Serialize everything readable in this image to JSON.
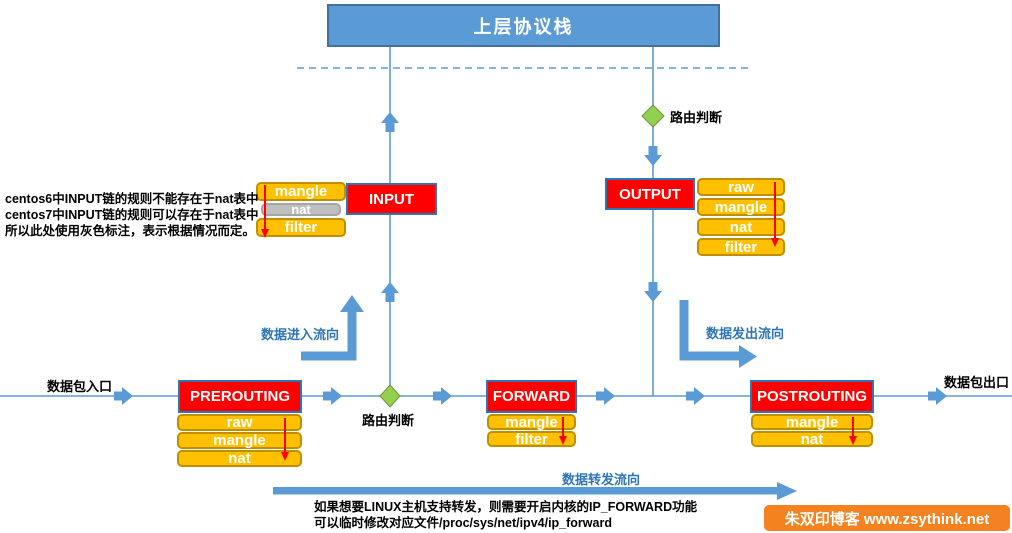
{
  "title": "上层协议栈",
  "labels": {
    "routing_top": "路由判断",
    "routing_mid": "路由判断",
    "packet_in": "数据包入口",
    "packet_out": "数据包出口",
    "flow_in": "数据进入流向",
    "flow_out": "数据发出流向",
    "flow_forward": "数据转发流向"
  },
  "chains": {
    "input": {
      "label": "INPUT",
      "tables": [
        "mangle",
        "nat",
        "filter"
      ]
    },
    "output": {
      "label": "OUTPUT",
      "tables": [
        "raw",
        "mangle",
        "nat",
        "filter"
      ]
    },
    "prerouting": {
      "label": "PREROUTING",
      "tables": [
        "raw",
        "mangle",
        "nat"
      ]
    },
    "forward": {
      "label": "FORWARD",
      "tables": [
        "mangle",
        "filter"
      ]
    },
    "postrouting": {
      "label": "POSTROUTING",
      "tables": [
        "mangle",
        "nat"
      ]
    }
  },
  "notes": {
    "left_line1": "centos6中INPUT链的规则不能存在于nat表中",
    "left_line2": "centos7中INPUT链的规则可以存在于nat表中",
    "left_line3": "所以此处使用灰色标注，表示根据情况而定。",
    "bottom_line1": "如果想要LINUX主机支持转发，则需要开启内核的IP_FORWARD功能",
    "bottom_line2": "可以临时修改对应文件/proc/sys/net/ipv4/ip_forward"
  },
  "watermark": {
    "text": "朱双印博客 www.zsythink.net"
  },
  "colors": {
    "flow_blue": "#5B9BD5",
    "box_border_blue": "#2E75B6",
    "chain_red": "#FF0000",
    "table_orange": "#FFC000",
    "table_orange_border": "#BF8F00",
    "nat_gray": "#BFBFBF",
    "diamond_green": "#92D050",
    "label_blue": "#2E75B6",
    "watermark_orange": "#F58220",
    "rule_arrow_red": "#FF0000"
  }
}
